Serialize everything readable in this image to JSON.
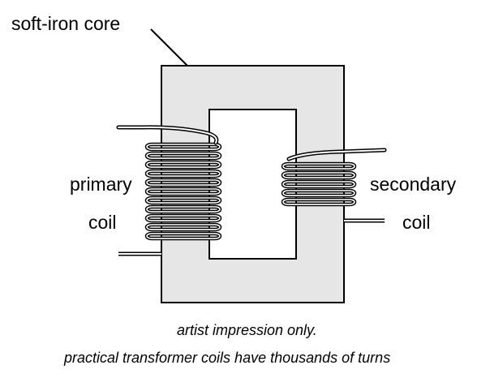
{
  "labels": {
    "core": "soft-iron core",
    "primary_line1": "primary",
    "primary_line2": "coil",
    "secondary_line1": "secondary",
    "secondary_line2": "coil"
  },
  "notes": {
    "line1": "artist impression only.",
    "line2": "practical transformer coils have thousands of turns"
  },
  "colors": {
    "core_fill": "#e6e6e6",
    "stroke": "#000000",
    "background": "#ffffff"
  },
  "coils": {
    "primary_turns": 11,
    "secondary_turns": 5
  }
}
